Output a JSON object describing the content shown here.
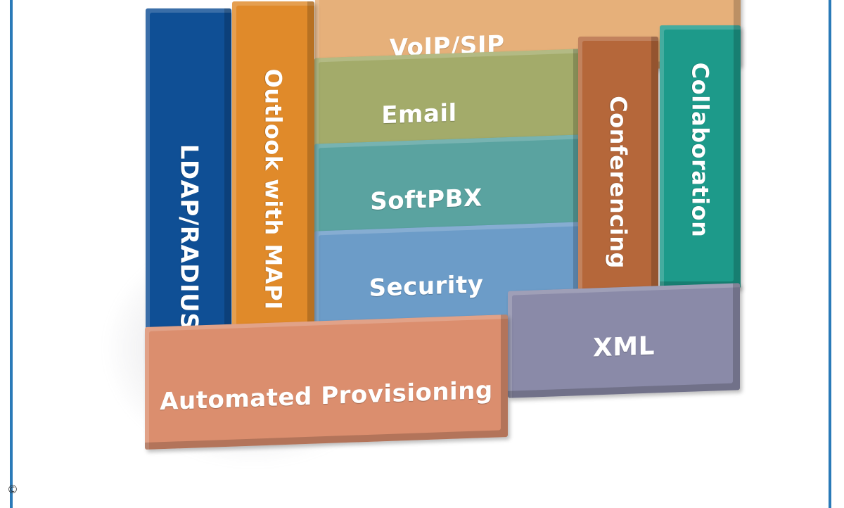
{
  "diagram": {
    "blocks": [
      {
        "id": "ldap",
        "label": "LDAP/RADIUS",
        "color": "#0f4f95"
      },
      {
        "id": "outlook",
        "label": "Outlook with MAPI",
        "color": "#e08a2a"
      },
      {
        "id": "voip",
        "label": "VoIP/SIP",
        "color": "#e6b07a"
      },
      {
        "id": "email",
        "label": "Email",
        "color": "#a3ab6a"
      },
      {
        "id": "softpbx",
        "label": "SoftPBX",
        "color": "#5aa3a0"
      },
      {
        "id": "security",
        "label": "Security",
        "color": "#6c9cc8"
      },
      {
        "id": "conferencing",
        "label": "Conferencing",
        "color": "#b5673a"
      },
      {
        "id": "collaboration",
        "label": "Collaboration",
        "color": "#1d9a8a"
      },
      {
        "id": "xml",
        "label": "XML",
        "color": "#8a8aa8"
      },
      {
        "id": "provisioning",
        "label": "Automated Provisioning",
        "color": "#db8e6e"
      }
    ]
  },
  "footer": {
    "copyright": "©"
  }
}
